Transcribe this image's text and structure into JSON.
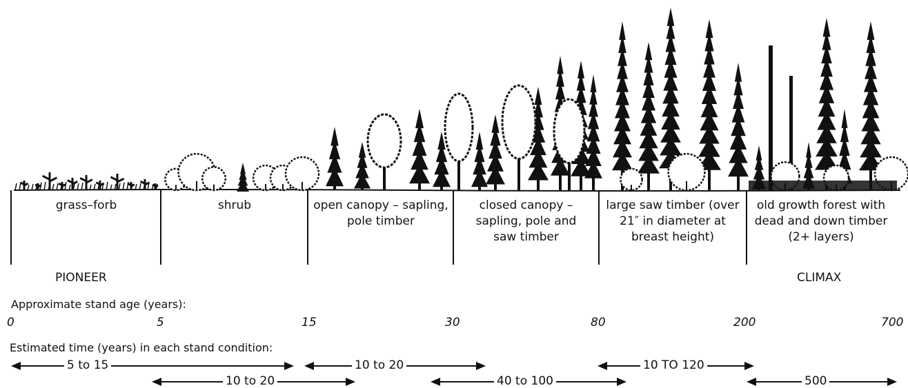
{
  "stages": [
    {
      "label": "grass–forb"
    },
    {
      "label": "shrub"
    },
    {
      "label": "open canopy – sapling, pole timber"
    },
    {
      "label": "closed canopy – sapling, pole and saw timber"
    },
    {
      "label": "large saw timber (over 21″ in diameter at breast height)"
    },
    {
      "label": "old growth forest with dead and down timber (2+ layers)"
    }
  ],
  "pioneer_label": "PIONEER",
  "climax_label": "CLIMAX",
  "age_heading": "Approximate stand age (years):",
  "age_ticks": [
    "0",
    "5",
    "15",
    "30",
    "80",
    "200",
    "700"
  ],
  "duration_heading": "Estimated time (years) in each stand condition:",
  "durations": [
    {
      "label": "5 to 15"
    },
    {
      "label": "10 to 20"
    },
    {
      "label": "10 to 20"
    },
    {
      "label": "40 to 100"
    },
    {
      "label": "10 TO 120"
    },
    {
      "label": "500"
    }
  ]
}
